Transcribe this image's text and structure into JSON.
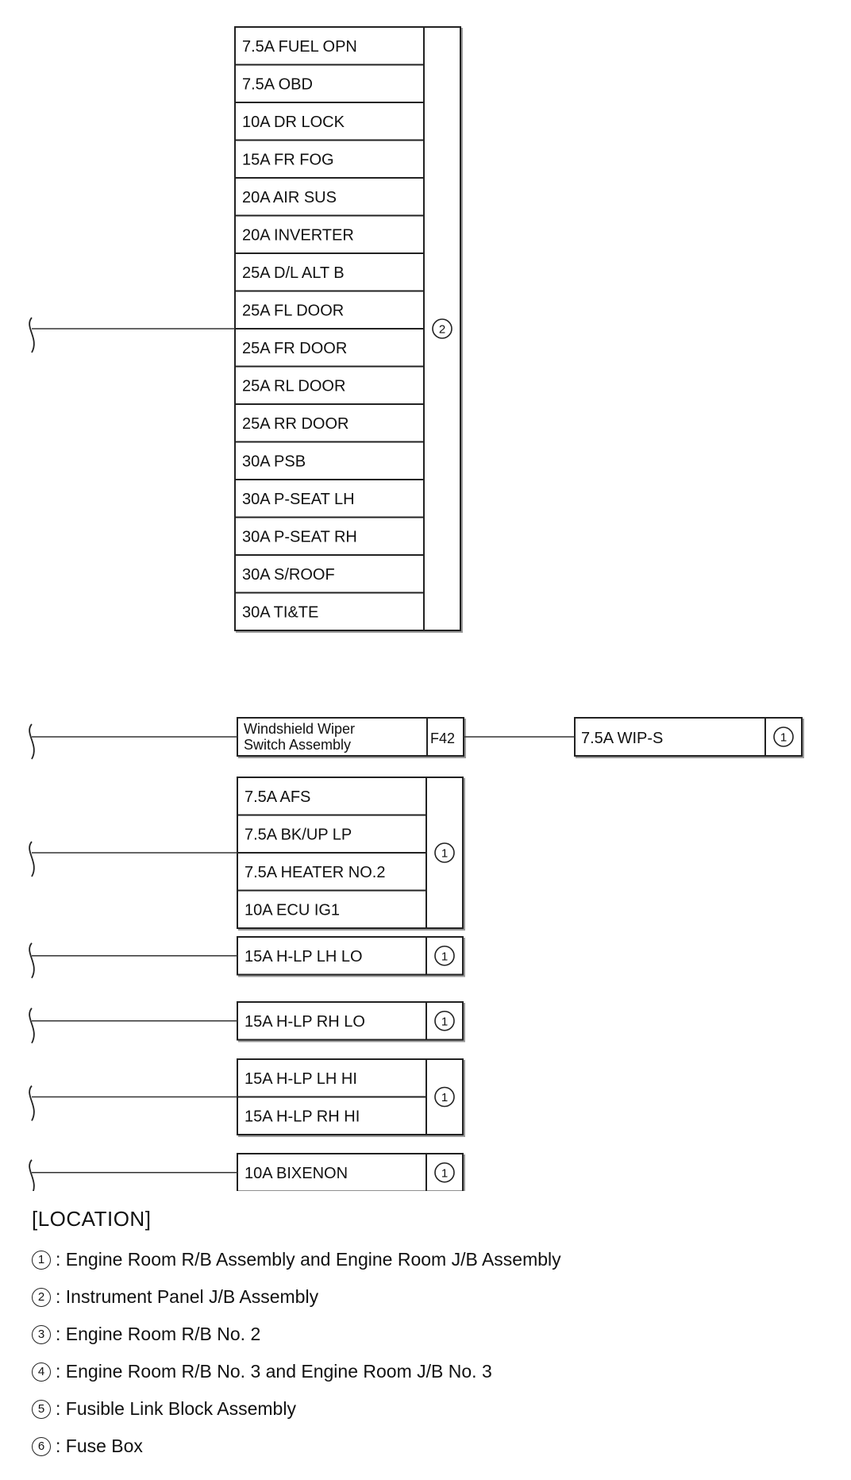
{
  "groups": [
    {
      "id": "ip-jb-group",
      "fuses": [
        "7.5A FUEL OPN",
        "7.5A OBD",
        "10A DR LOCK",
        "15A FR FOG",
        "20A AIR SUS",
        "20A INVERTER",
        "25A D/L ALT B",
        "25A FL DOOR",
        "25A FR DOOR",
        "25A RL DOOR",
        "25A RR DOOR",
        "30A PSB",
        "30A P-SEAT LH",
        "30A P-SEAT RH",
        "30A S/ROOF",
        "30A TI&TE"
      ],
      "location": "2"
    },
    {
      "id": "ecu-ig1-group",
      "fuses": [
        "7.5A AFS",
        "7.5A BK/UP LP",
        "7.5A HEATER NO.2",
        "10A ECU IG1"
      ],
      "location": "1"
    },
    {
      "id": "hlp-lh-lo-group",
      "fuses": [
        "15A H-LP LH LO"
      ],
      "location": "1"
    },
    {
      "id": "hlp-rh-lo-group",
      "fuses": [
        "15A H-LP RH LO"
      ],
      "location": "1"
    },
    {
      "id": "hlp-hi-group",
      "fuses": [
        "15A H-LP LH HI",
        "15A H-LP RH HI"
      ],
      "location": "1"
    },
    {
      "id": "bixenon-group",
      "fuses": [
        "10A BIXENON"
      ],
      "location": "1"
    }
  ],
  "wiper": {
    "switch_label_line1": "Windshield Wiper",
    "switch_label_line2": "Switch Assembly",
    "connector": "F42",
    "fuse": "7.5A WIP-S",
    "location": "1"
  },
  "legend": {
    "title": "[LOCATION]",
    "items": [
      {
        "num": "1",
        "text": ": Engine Room R/B Assembly and Engine Room J/B Assembly"
      },
      {
        "num": "2",
        "text": ": Instrument Panel J/B Assembly"
      },
      {
        "num": "3",
        "text": ": Engine Room R/B No. 2"
      },
      {
        "num": "4",
        "text": ": Engine Room R/B No. 3 and  Engine Room J/B No. 3"
      },
      {
        "num": "5",
        "text": ": Fusible Link Block Assembly"
      },
      {
        "num": "6",
        "text": ": Fuse Box"
      }
    ]
  }
}
